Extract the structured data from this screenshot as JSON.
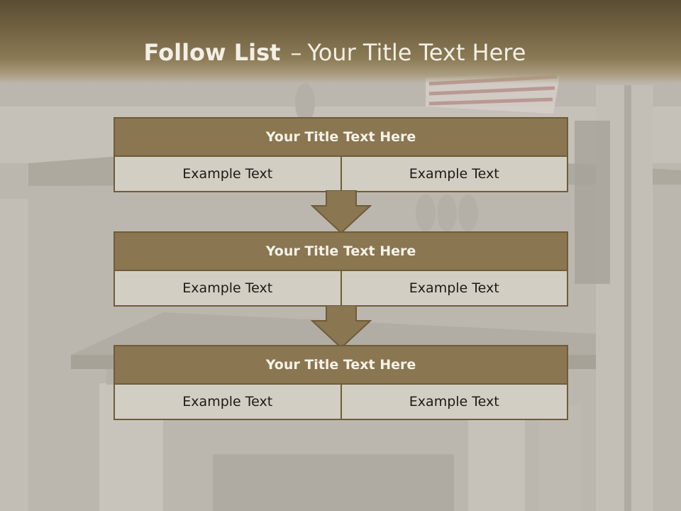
{
  "slide": {
    "title_bold": "Follow List",
    "title_dash": "–",
    "title_rest": "Your Title Text Here"
  },
  "colors": {
    "accent": "#8a7650",
    "accent_border": "#6e5c3a",
    "cell_fill": "#d3cec4",
    "header_dark": "#5a4d32"
  },
  "steps": [
    {
      "title": "Your Title Text Here",
      "left": "Example Text",
      "right": "Example Text"
    },
    {
      "title": "Your Title Text Here",
      "left": "Example Text",
      "right": "Example Text"
    },
    {
      "title": "Your Title Text Here",
      "left": "Example Text",
      "right": "Example Text"
    }
  ]
}
